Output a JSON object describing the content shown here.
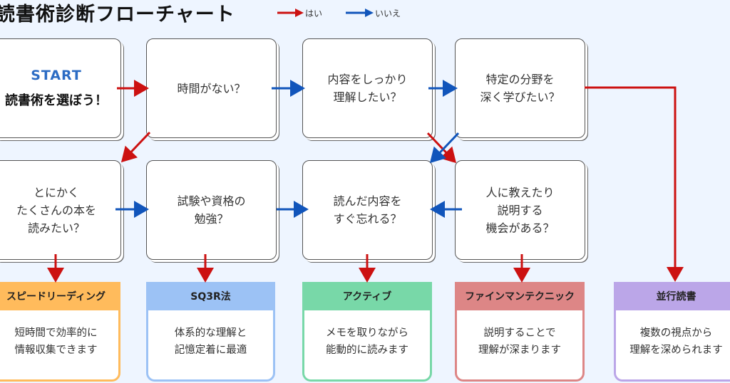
{
  "title": "読書術診断フローチャート",
  "legend": {
    "yes": {
      "label": "はい",
      "color": "#cc1111"
    },
    "no": {
      "label": "いいえ",
      "color": "#1155bb"
    }
  },
  "start": {
    "label": "START",
    "subtitle": "読書術を選ぼう！"
  },
  "questions": {
    "no_time": "時間がない？",
    "understand": "内容をしっかり\n理解したい？",
    "deep_field": "特定の分野を\n深く学びたい？",
    "many_books": "とにかく\nたくさんの本を\n読みたい？",
    "exam": "試験や資格の\n勉強？",
    "forget": "読んだ内容を\nすぐ忘れる？",
    "teach": "人に教えたり\n説明する\n機会がある？"
  },
  "results": [
    {
      "name": "スピードリーディング",
      "desc": "短時間で効率的に\n情報収集できます",
      "head_color": "#ffbb5c",
      "border_color": "#ffbb5c"
    },
    {
      "name": "SQ3R法",
      "desc": "体系的な理解と\n記憶定着に最適",
      "head_color": "#9cc2f5",
      "border_color": "#9cc2f5"
    },
    {
      "name": "アクティブ",
      "desc": "メモを取りながら\n能動的に読みます",
      "head_color": "#78d8a8",
      "border_color": "#78d8a8"
    },
    {
      "name": "ファインマンテクニック",
      "desc": "説明することで\n理解が深まります",
      "head_color": "#dd8686",
      "border_color": "#dd8686"
    },
    {
      "name": "並行読書",
      "desc": "複数の視点から\n理解を深められます",
      "head_color": "#bba6e8",
      "border_color": "#bba6e8"
    }
  ]
}
